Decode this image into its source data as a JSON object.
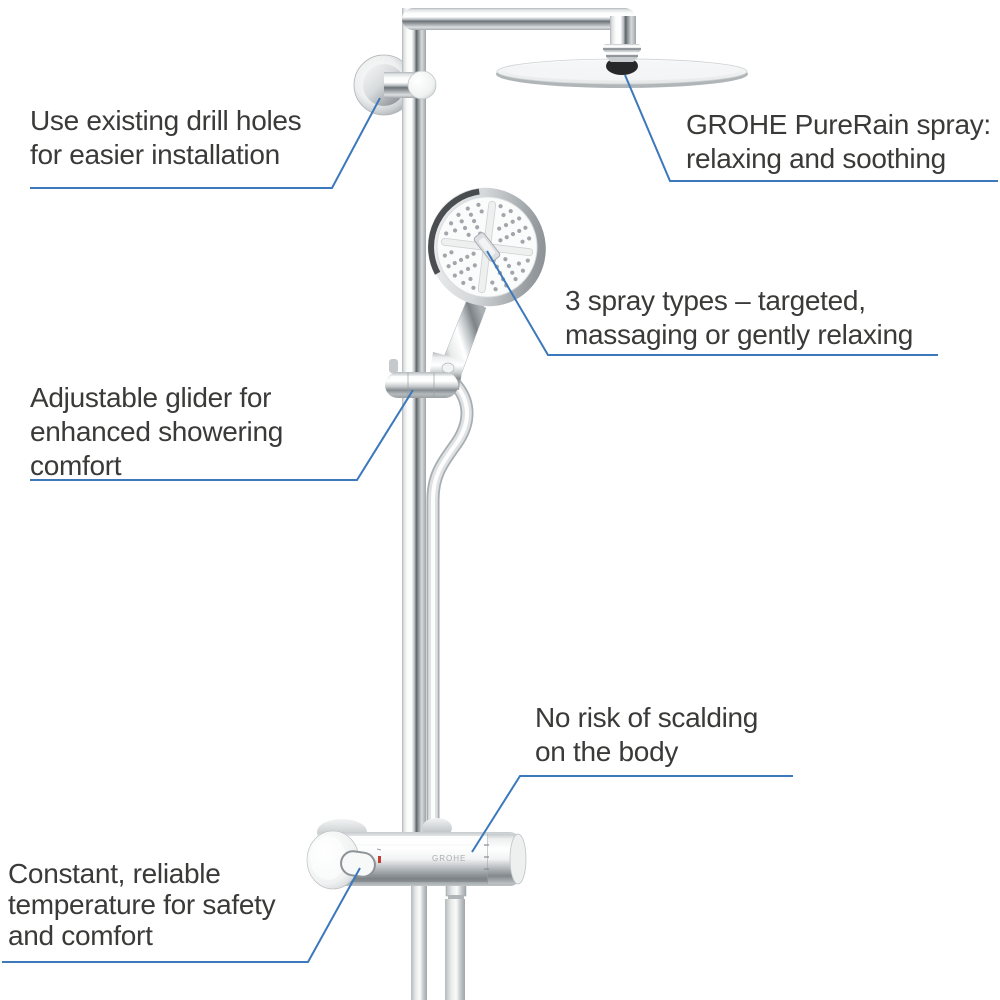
{
  "colors": {
    "background": "#ffffff",
    "callout_line": "#3b78bc",
    "text": "#3a3a39"
  },
  "product": {
    "valve_logo": "GROHE"
  },
  "callouts": {
    "drill_holes": {
      "lines": [
        "Use existing drill holes",
        "for easier installation"
      ]
    },
    "purerain": {
      "lines": [
        "GROHE PureRain spray:",
        "relaxing and soothing"
      ]
    },
    "spray_types": {
      "lines": [
        "3 spray types – targeted,",
        "massaging or gently relaxing"
      ]
    },
    "glider": {
      "lines": [
        "Adjustable glider for",
        "enhanced showering",
        "comfort"
      ]
    },
    "scalding": {
      "lines": [
        "No risk of scalding",
        "on the body"
      ]
    },
    "temperature": {
      "lines": [
        "Constant, reliable",
        "temperature for safety",
        "and comfort"
      ]
    }
  }
}
